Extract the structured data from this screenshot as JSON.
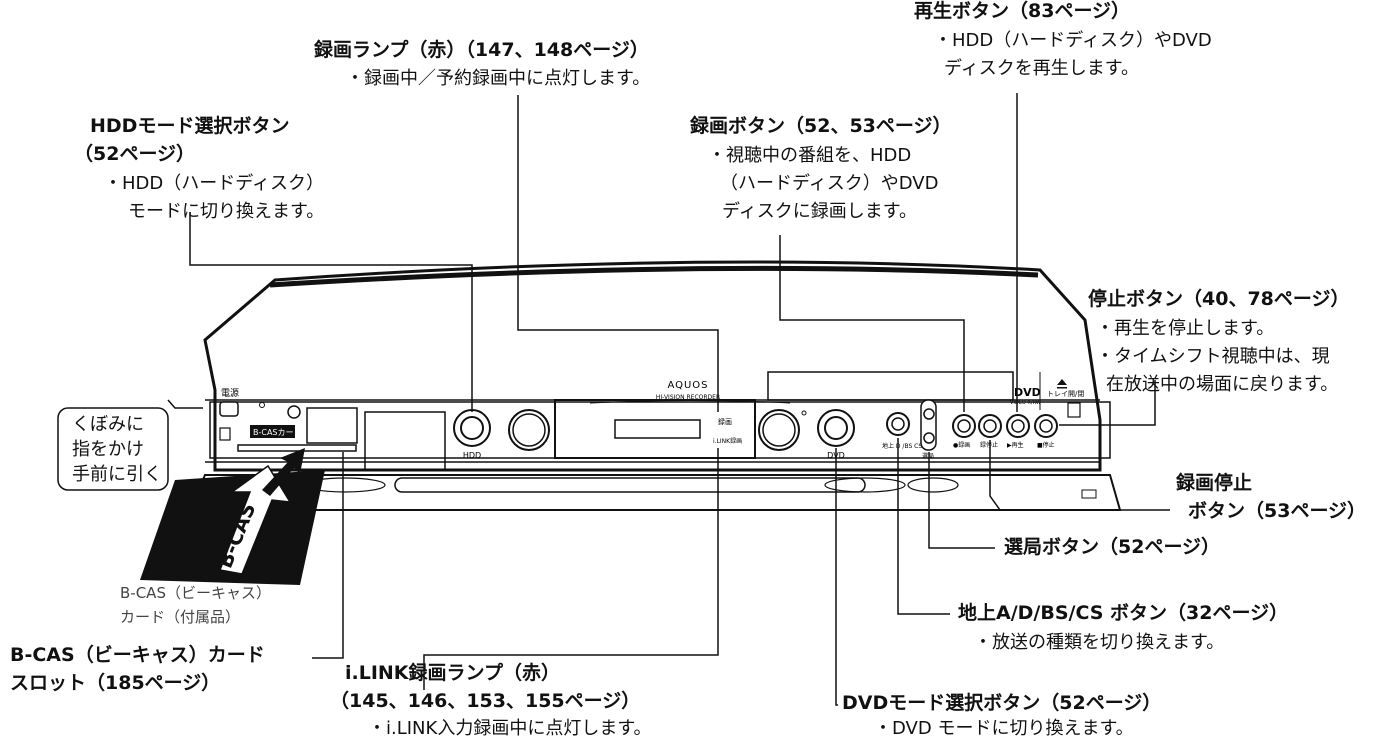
{
  "device": {
    "power_label": "電源",
    "brand": "AQUOS",
    "brand_sub": "HI-VISION RECORDER",
    "bcas_slot_label": "B-CASカード",
    "hdd_label": "HDD",
    "dvd_label": "DVD",
    "rec_lamp_label": "録画",
    "ilink_lamp_label": "i.LINK録画",
    "tuner_label": "地上 D /BS CS",
    "channel_label": "選局",
    "rec_button_label": "●録画",
    "recstop_label": "録停止",
    "play_label": "▶再生",
    "stop_label": "■停止",
    "tray_label": "トレイ開/閉",
    "dvd_logo": "DVD",
    "dvd_logo_sub": "VIDEO  R/RW",
    "card_text": "B-CAS"
  },
  "callouts": {
    "rec_lamp": {
      "title": "録画ランプ（赤）（147、148ページ）",
      "desc": "・録画中／予約録画中に点灯します。"
    },
    "play": {
      "title": "再生ボタン（83ページ）",
      "desc1": "・HDD（ハードディスク）やDVD",
      "desc2": "ディスクを再生します。"
    },
    "hdd_mode": {
      "title1": "HDDモード選択ボタン",
      "title2": "（52ページ）",
      "desc1": "・HDD（ハードディスク）",
      "desc2": "モードに切り換えます。"
    },
    "rec_button": {
      "title": "録画ボタン（52、53ページ）",
      "desc1": "・視聴中の番組を、HDD",
      "desc2": "（ハードディスク）やDVD",
      "desc3": "ディスクに録画します。"
    },
    "stop": {
      "title": "停止ボタン（40、78ページ）",
      "desc1": "・再生を停止します。",
      "desc2": "・タイムシフト視聴中は、現",
      "desc3": "在放送中の場面に戻ります。"
    },
    "pull_note": {
      "line1": "くぼみに",
      "line2": "指をかけ",
      "line3": "手前に引く"
    },
    "rec_stop": {
      "title1": "録画停止",
      "title2": "ボタン（53ページ）"
    },
    "channel": {
      "title": "選局ボタン（52ページ）"
    },
    "tuner": {
      "title": "地上A/D/BS/CS ボタン（32ページ）",
      "desc": "・放送の種類を切り換えます。"
    },
    "bcas_card": {
      "line1": "B-CAS（ビーキャス）",
      "line2": "カード（付属品）"
    },
    "bcas_slot": {
      "title1": "B-CAS（ビーキャス）カード",
      "title2": "スロット（185ページ）"
    },
    "ilink_lamp": {
      "title1": "i.LINK録画ランプ（赤）",
      "title2": "（145、146、153、155ページ）",
      "desc": "・i.LINK入力録画中に点灯します。"
    },
    "dvd_mode": {
      "title": "DVDモード選択ボタン（52ページ）",
      "desc": "・DVD モードに切り換えます。"
    }
  }
}
